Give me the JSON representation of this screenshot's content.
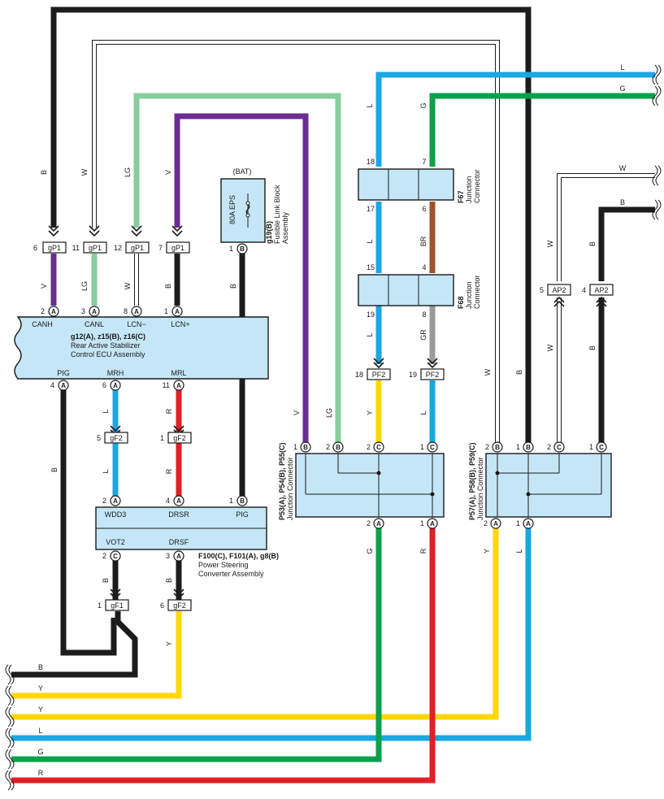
{
  "wire_colors": {
    "B": "#1c1c1c",
    "W": "#ffffff",
    "LG": "#86ce9c",
    "V": "#6b2d92",
    "L": "#1aa7e2",
    "G": "#0aa14a",
    "BR": "#a0522d",
    "GR": "#9a9a9a",
    "Y": "#ffd700",
    "R": "#e11f26"
  },
  "ecu": {
    "name": "g12(A), z15(B), z16(C)",
    "desc1": "Rear Active Stabilizer",
    "desc2": "Control ECU Assembly",
    "top_pins": [
      {
        "num": "2",
        "letter": "A",
        "label": "CANH"
      },
      {
        "num": "3",
        "letter": "A",
        "label": "CANL"
      },
      {
        "num": "8",
        "letter": "A",
        "label": "LCN−"
      },
      {
        "num": "1",
        "letter": "A",
        "label": "LCN+"
      }
    ],
    "bottom_pins": [
      {
        "num": "4",
        "letter": "A",
        "label": "PIG"
      },
      {
        "num": "6",
        "letter": "A",
        "label": "MRH"
      },
      {
        "num": "11",
        "letter": "A",
        "label": "MRL"
      }
    ]
  },
  "gp1": [
    {
      "num": "6",
      "tag": "gP1",
      "wire": "B",
      "wire_below": "V"
    },
    {
      "num": "11",
      "tag": "gP1",
      "wire": "W",
      "wire_below": "LG"
    },
    {
      "num": "12",
      "tag": "gP1",
      "wire": "LG",
      "wire_below": "W"
    },
    {
      "num": "7",
      "tag": "gP1",
      "wire": "V",
      "wire_below": "B"
    }
  ],
  "fuse": {
    "bat": "(BAT)",
    "rating": "80A EPS",
    "name": "g19(B)",
    "desc1": "Fusible Link Block",
    "desc2": "Assembly",
    "pin_num": "1",
    "pin_letter": "B",
    "wire": "B"
  },
  "gf2_mrh": {
    "num": "5",
    "tag": "gF2",
    "wire_top": "L",
    "wire_bottom": "L"
  },
  "gf2_mrl": {
    "num": "1",
    "tag": "gF2",
    "wire_top": "R",
    "wire_bottom": "R"
  },
  "psca": {
    "name": "F100(C), F101(A), g8(B)",
    "desc1": "Power Steering",
    "desc2": "Converter Assembly",
    "top_pins": [
      {
        "num": "2",
        "letter": "A",
        "label": "WDD3"
      },
      {
        "num": "4",
        "letter": "A",
        "label": "DRSR"
      },
      {
        "num": "1",
        "letter": "B",
        "label": "PIG"
      }
    ],
    "bottom_pins": [
      {
        "num": "2",
        "letter": "C",
        "label": "VOT2"
      },
      {
        "num": "3",
        "letter": "A",
        "label": "DRSF"
      }
    ]
  },
  "gf1": {
    "num": "1",
    "tag": "gF1",
    "wire": "B"
  },
  "gf2_drsf": {
    "num": "6",
    "tag": "gF2",
    "wire_top": "B",
    "wire_bottom": "Y"
  },
  "f67": {
    "name": "F67",
    "desc1": "Junction",
    "desc2": "Connector",
    "pins": [
      "18",
      "7",
      "17",
      "6"
    ]
  },
  "f68": {
    "name": "F68",
    "desc1": "Junction",
    "desc2": "Connector",
    "pins": [
      "15",
      "4",
      "19",
      "8"
    ]
  },
  "pf2": [
    {
      "num": "18",
      "tag": "PF2",
      "wire_top": "L",
      "wire_bottom": "Y"
    },
    {
      "num": "19",
      "tag": "PF2",
      "wire_top": "GR",
      "wire_bottom": "L"
    }
  ],
  "jc1": {
    "name": "P53(A), P54(B), P55(C)",
    "desc": "Junction Connector",
    "top_pins": [
      {
        "num": "1",
        "letter": "B",
        "wire": "V"
      },
      {
        "num": "2",
        "letter": "B",
        "wire": "LG"
      },
      {
        "num": "2",
        "letter": "C",
        "wire": "Y"
      },
      {
        "num": "1",
        "letter": "C",
        "wire": "L"
      }
    ],
    "bottom_pins": [
      {
        "num": "2",
        "letter": "A",
        "wire": "G"
      },
      {
        "num": "1",
        "letter": "A",
        "wire": "R"
      }
    ]
  },
  "jc2": {
    "name": "P57(A), P58(B), P59(C)",
    "desc": "Junction Connector",
    "top_pins": [
      {
        "num": "2",
        "letter": "B",
        "wire": "W"
      },
      {
        "num": "1",
        "letter": "B",
        "wire": "B"
      },
      {
        "num": "2",
        "letter": "C",
        "wire": "W"
      },
      {
        "num": "1",
        "letter": "C",
        "wire": "B"
      }
    ],
    "bottom_pins": [
      {
        "num": "2",
        "letter": "A",
        "wire": "Y"
      },
      {
        "num": "1",
        "letter": "A",
        "wire": "L"
      }
    ]
  },
  "ap2": [
    {
      "num": "5",
      "tag": "AP2",
      "wire_top": "W",
      "wire_bottom": "W"
    },
    {
      "num": "4",
      "tag": "AP2",
      "wire_top": "B",
      "wire_bottom": "B"
    }
  ],
  "right_edge_wires": [
    "L",
    "G",
    "W",
    "B"
  ],
  "left_edge_wires": [
    "B",
    "Y",
    "Y",
    "L",
    "G",
    "R"
  ],
  "misc_wire_labels": {
    "top_b": "B",
    "top_w": "W",
    "top_lg": "LG",
    "top_v": "V",
    "pig_b": "B",
    "jc1_v": "V",
    "jc1_lg": "LG",
    "f67_l": "L",
    "f67_g": "G",
    "f67_mid_l": "L",
    "f67_br": "BR",
    "f68_l": "L",
    "f68_gr": "GR",
    "jc2_w": "W",
    "jc2_b": "B",
    "ap2_w": "W",
    "ap2_b": "B",
    "vot2_b": "B",
    "drsf_b": "B",
    "jc1_g": "G",
    "jc1_r": "R",
    "jc2_y": "Y",
    "jc2_l": "L"
  }
}
